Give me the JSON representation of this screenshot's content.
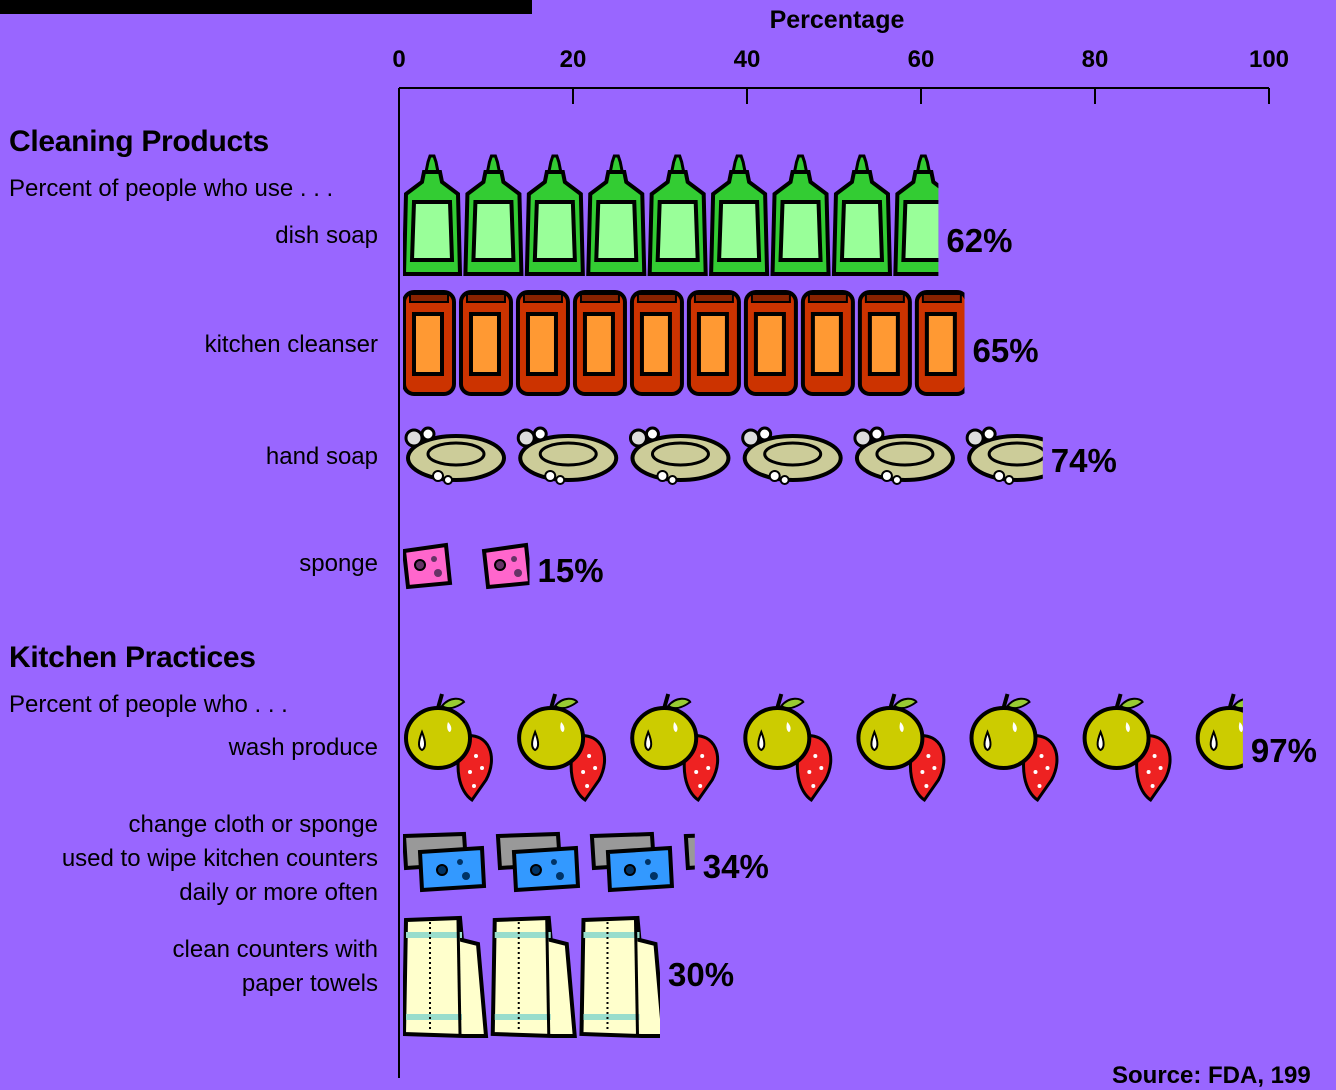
{
  "chart_data": {
    "type": "bar",
    "orientation": "horizontal",
    "title": "",
    "xlabel": "Percentage",
    "xlim": [
      0,
      100
    ],
    "xticks": [
      "0",
      "20",
      "40",
      "60",
      "80",
      "100"
    ],
    "grid": false,
    "sections": [
      {
        "title": "Cleaning Products",
        "subtitle": "Percent of people who use . . .",
        "items": [
          {
            "label": [
              "dish soap"
            ],
            "value": 62,
            "value_label": "62%",
            "icon": "dish-soap-bottle-icon"
          },
          {
            "label": [
              "kitchen cleanser"
            ],
            "value": 65,
            "value_label": "65%",
            "icon": "cleanser-can-icon"
          },
          {
            "label": [
              "hand soap"
            ],
            "value": 74,
            "value_label": "74%",
            "icon": "soap-dish-icon"
          },
          {
            "label": [
              "sponge"
            ],
            "value": 15,
            "value_label": "15%",
            "icon": "sponge-icon"
          }
        ]
      },
      {
        "title": "Kitchen Practices",
        "subtitle": "Percent of people who . . .",
        "items": [
          {
            "label": [
              "wash produce"
            ],
            "value": 97,
            "value_label": "97%",
            "icon": "apple-strawberry-icon"
          },
          {
            "label": [
              "change cloth or sponge",
              "used to wipe kitchen counters",
              "daily or more often"
            ],
            "value": 34,
            "value_label": "34%",
            "icon": "cloth-sponge-icon"
          },
          {
            "label": [
              "clean counters with",
              "paper towels"
            ],
            "value": 30,
            "value_label": "30%",
            "icon": "paper-towel-roll-icon"
          }
        ]
      }
    ],
    "source": "Source:  FDA, 199"
  },
  "colors": {
    "background": "#9966ff",
    "dish_soap": "#33cc33",
    "cleanser": "#cc3300",
    "cleanser_label": "#ff9933",
    "hand_soap": "#cccc99",
    "sponge": "#ff66cc",
    "apple": "#cccc00",
    "strawberry": "#ee2222",
    "cloth": "#3399ff",
    "paper_towel": "#ffffcc"
  }
}
